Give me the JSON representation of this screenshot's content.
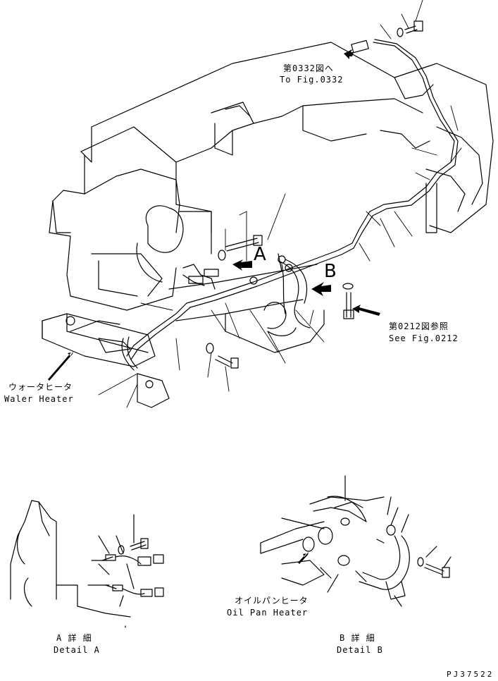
{
  "labels": {
    "fig0332_ja": "第0332図へ",
    "fig0332_en": "To Fig.0332",
    "fig0212_ja": "第0212図参照",
    "fig0212_en": "See Fig.0212",
    "water_heater_ja": "ウォータヒータ",
    "water_heater_en": "Waler Heater",
    "oil_pan_ja": "オイルパンヒータ",
    "oil_pan_en": "Oil Pan Heater",
    "detail_a_ja": "A 詳 細",
    "detail_a_en": "Detail A",
    "detail_b_ja": "B 詳 細",
    "detail_b_en": "Detail B",
    "marker_a": "A",
    "marker_b": "B",
    "drawing_no": "PJ37522"
  }
}
